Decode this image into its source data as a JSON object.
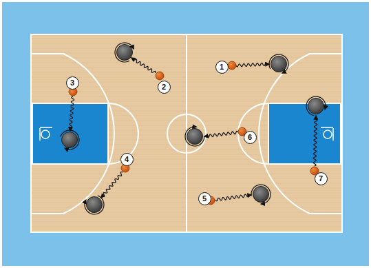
{
  "diagram": {
    "nodes": [
      {
        "text": [
          "1"
        ]
      },
      {
        "text": [
          "3"
        ]
      },
      {
        "text": [
          "2"
        ]
      },
      {
        "text": [
          "6"
        ]
      },
      {
        "text": [
          "4"
        ]
      },
      {
        "text": [
          "7"
        ]
      },
      {
        "text": [
          "5"
        ]
      }
    ]
  }
}
